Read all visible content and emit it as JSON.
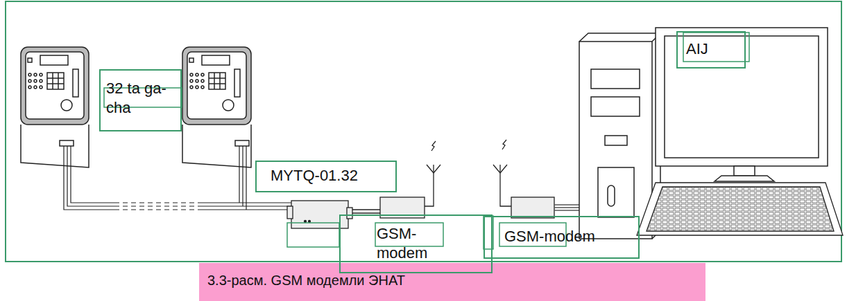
{
  "diagram": {
    "caption": "3.3-расм. GSM модемли ЭНАТ",
    "nodes": [
      {
        "text": [
          "32 ta ga- cha"
        ]
      },
      {
        "text": [
          "MYTQ-01.32"
        ]
      },
      {
        "text": [
          "GSM-modem"
        ]
      },
      {
        "text": [
          "GSM-modem"
        ]
      },
      {
        "text": [
          "AIJ"
        ]
      }
    ]
  }
}
